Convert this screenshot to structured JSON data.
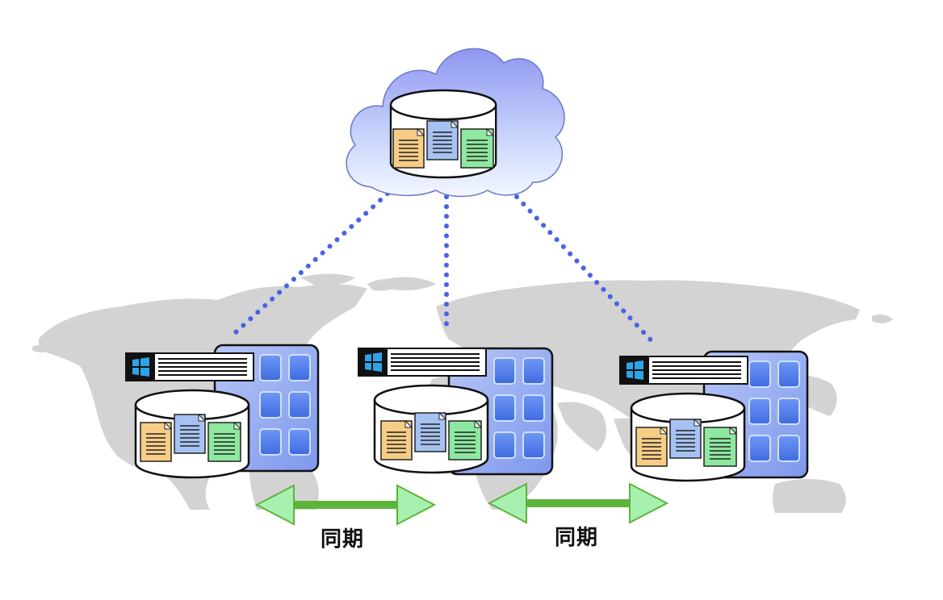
{
  "sync_labels": [
    "同期",
    "同期"
  ],
  "icons": {
    "cloud": "cloud-icon",
    "database": "database-icon",
    "server": "server-icon",
    "windows": "windows-logo-icon",
    "document": "document-icon",
    "map": "world-map"
  },
  "colors": {
    "cloud_top": "#8f96f2",
    "cloud_bottom": "#eef3ff",
    "connector": "#4a62e6",
    "arrow_line": "#5db43a",
    "arrow_head": "#a8f0b0",
    "server_panel": "#8ea4f0",
    "server_tile": "#4f7bec",
    "doc_orange": "#f7cd86",
    "doc_blue": "#a6c2f2",
    "doc_green": "#8ee8a0",
    "map": "#d2d2d2"
  }
}
